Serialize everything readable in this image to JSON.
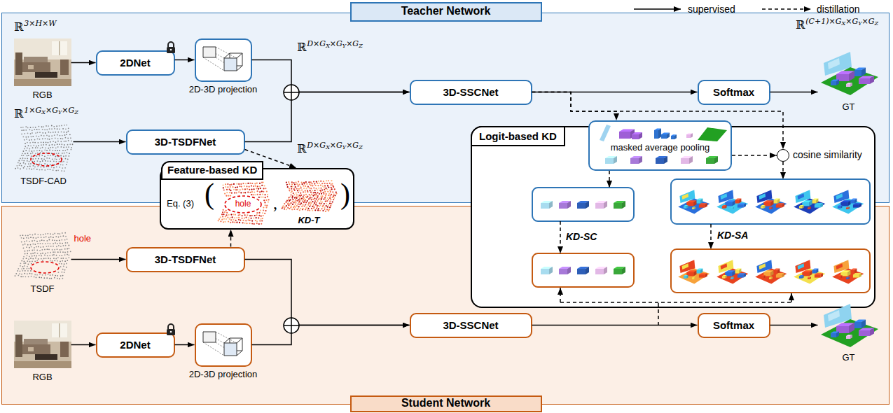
{
  "diagram": {
    "nodes": [
      {
        "text": [
          "Teacher Network"
        ]
      },
      {
        "text": [
          "RGB"
        ],
        "in": 0
      },
      {
        "text": [
          "2DNet"
        ],
        "in": 0
      },
      {
        "text": [
          "2D-3D projection"
        ],
        "in": 0
      },
      {
        "text": [
          "TSDF-CAD"
        ],
        "in": 0
      },
      {
        "text": [
          "3D-TSDFNet"
        ],
        "in": 0
      },
      {
        "text": [
          "3D-SSCNet"
        ],
        "in": 0
      },
      {
        "text": [
          "Softmax"
        ],
        "in": 0
      },
      {
        "text": [
          "GT"
        ],
        "in": 0
      },
      {
        "text": [
          "Logit-based KD"
        ]
      },
      {
        "text": [
          "masked average pooling"
        ],
        "in": 9
      },
      {
        "text": [
          "cosine similarity"
        ],
        "in": 9
      },
      {
        "text": [
          "Feature-based KD",
          "Eq. (3)",
          "(",
          "hole",
          ",",
          ")",
          "KD-T"
        ]
      },
      {
        "text": [
          "Student Network"
        ]
      },
      {
        "text": [
          "hole",
          "TSDF"
        ],
        "in": 13
      },
      {
        "text": [
          "3D-TSDFNet"
        ],
        "in": 13
      },
      {
        "text": [
          "RGB"
        ],
        "in": 13
      },
      {
        "text": [
          "2DNet"
        ],
        "in": 13
      },
      {
        "text": [
          "2D-3D projection"
        ],
        "in": 13
      },
      {
        "text": [
          "3D-SSCNet"
        ],
        "in": 13
      },
      {
        "text": [
          "Softmax"
        ],
        "in": 13
      },
      {
        "text": [
          "GT"
        ],
        "in": 13
      }
    ],
    "edges": [
      {
        "from": 1,
        "to": 2,
        "arrow": "to"
      },
      {
        "from": 2,
        "to": 3,
        "arrow": "to"
      },
      {
        "from": 4,
        "to": 5,
        "arrow": "to"
      },
      {
        "from": 3,
        "to": 6,
        "arrow": "to"
      },
      {
        "from": 5,
        "to": 6,
        "arrow": "to"
      },
      {
        "from": 6,
        "to": 7,
        "arrow": "to"
      },
      {
        "from": 7,
        "to": 8,
        "arrow": "to"
      },
      {
        "from": 5,
        "to": 12,
        "arrow": "to"
      },
      {
        "from": 6,
        "to": 10,
        "arrow": "to"
      },
      {
        "from": 6,
        "to": 11,
        "arrow": "to"
      },
      {
        "from": 10,
        "to": 11,
        "arrow": "to"
      },
      {
        "from": 14,
        "to": 15,
        "arrow": "to"
      },
      {
        "from": 16,
        "to": 17,
        "arrow": "to"
      },
      {
        "from": 17,
        "to": 18,
        "arrow": "to"
      },
      {
        "from": 15,
        "to": 19,
        "arrow": "to"
      },
      {
        "from": 18,
        "to": 19,
        "arrow": "to"
      },
      {
        "from": 19,
        "to": 20,
        "arrow": "to"
      },
      {
        "from": 20,
        "to": 21,
        "arrow": "to"
      },
      {
        "from": 15,
        "to": 12,
        "arrow": "to"
      }
    ],
    "labels": [
      "ℝ",
      "3×H×W",
      "ℝ",
      "1×GX×GY×GZ",
      "ℝ",
      "D×GX×GY×GZ",
      "ℝ",
      "D×GX×GY×GZ",
      "ℝ",
      "(C+1)×GX×GY×GZ",
      "KD-SC",
      "KD-SA"
    ],
    "legend": [
      {
        "text": "supervised"
      },
      {
        "text": "distillation"
      }
    ]
  }
}
